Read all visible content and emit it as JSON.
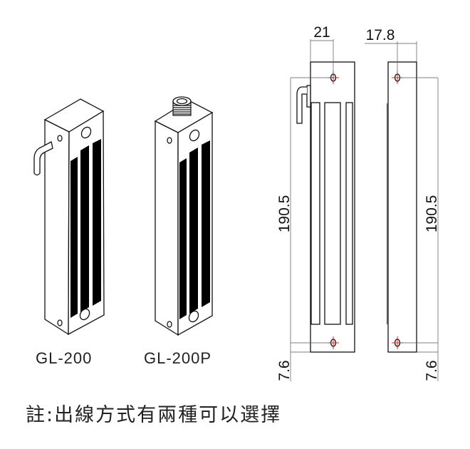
{
  "models": [
    {
      "name": "GL-200",
      "cable_exit": "side-pipe"
    },
    {
      "name": "GL-200P",
      "cable_exit": "top-fitting"
    }
  ],
  "dimensions": {
    "front_width": "21",
    "side_depth": "17.8",
    "hole_spacing_front": "190.5",
    "hole_spacing_side": "190.5",
    "hole_offset_front": "7.6",
    "hole_offset_side": "7.6"
  },
  "note": "註:出線方式有兩種可以選擇",
  "colors": {
    "line": "#111111",
    "center_mark": "#e02020"
  }
}
